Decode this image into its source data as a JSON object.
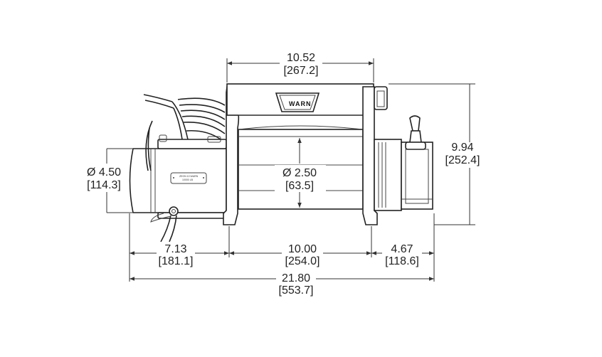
{
  "drawing": {
    "brand": "WARN",
    "plate_line1": "ZEON 10 WARN",
    "plate_line2": "10000 LB",
    "dimensions": {
      "overall_top": {
        "inch": "10.52",
        "mm": "[267.2]"
      },
      "height_right": {
        "inch": "9.94",
        "mm": "[252.4]"
      },
      "motor_diameter": {
        "inch": "Ø 4.50",
        "mm": "[114.3]"
      },
      "drum_diameter": {
        "inch": "Ø 2.50",
        "mm": "[63.5]"
      },
      "left_segment": {
        "inch": "7.13",
        "mm": "[181.1]"
      },
      "middle_segment": {
        "inch": "10.00",
        "mm": "[254.0]"
      },
      "right_segment": {
        "inch": "4.67",
        "mm": "[118.6]"
      },
      "overall_length": {
        "inch": "21.80",
        "mm": "[553.7]"
      }
    }
  }
}
